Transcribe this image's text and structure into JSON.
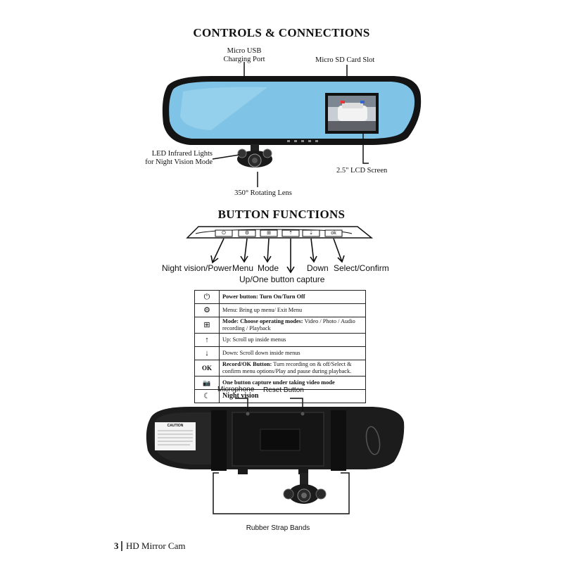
{
  "header": {
    "title": "CONTROLS & CONNECTIONS"
  },
  "callouts_top": {
    "usb": "Micro USB\nCharging Port",
    "sd": "Micro SD Card Slot",
    "led": "LED  Infrared Lights\nfor Night Vision Mode",
    "lcd": "2.5\" LCD Screen",
    "lens": "350° Rotating Lens"
  },
  "buttons_section": {
    "title": "BUTTON FUNCTIONS",
    "labels": {
      "night_power": "Night vision/Power",
      "menu": "Menu",
      "mode": "Mode",
      "up": "Up/One button capture",
      "down": "Down",
      "select": "Select/Confirm"
    },
    "button_glyphs": [
      "⏻",
      "⚙",
      "⊞",
      "⇡",
      "⇣",
      "ok"
    ]
  },
  "function_table": [
    {
      "icon": "⏻",
      "bold": "Power button: Turn On/Turn Off",
      "text": ""
    },
    {
      "icon": "⚙",
      "bold": "",
      "text": "Menu: Bring up menu/ Exit Menu"
    },
    {
      "icon": "⊞",
      "bold": "Mode: Choose operating modes:",
      "text": " Video / Photo / Audio recording / Playback"
    },
    {
      "icon": "↑",
      "bold": "",
      "text": "Up: Scroll up inside menus"
    },
    {
      "icon": "↓",
      "bold": "",
      "text": "Down: Scroll down inside menus"
    },
    {
      "icon": "OK",
      "bold": "Record/OK Button:",
      "text": " Turn recording on & off/Select & confirm menu options/Play and pause during playback."
    },
    {
      "icon": "📷",
      "bold": "One button capture under taking video mode",
      "text": ""
    },
    {
      "icon": "☾",
      "bold": "Night vision",
      "text": ""
    }
  ],
  "back_view": {
    "microphone": "Microphone",
    "reset": "Reset Button",
    "straps": "Rubber Strap Bands",
    "caution": "CAUTION"
  },
  "footer": {
    "page": "3",
    "title": "HD Mirror Cam"
  },
  "colors": {
    "mirror_blue": "#7fc4e6",
    "mirror_frame": "#1a1a1a",
    "back_body": "#1c1c1c"
  }
}
